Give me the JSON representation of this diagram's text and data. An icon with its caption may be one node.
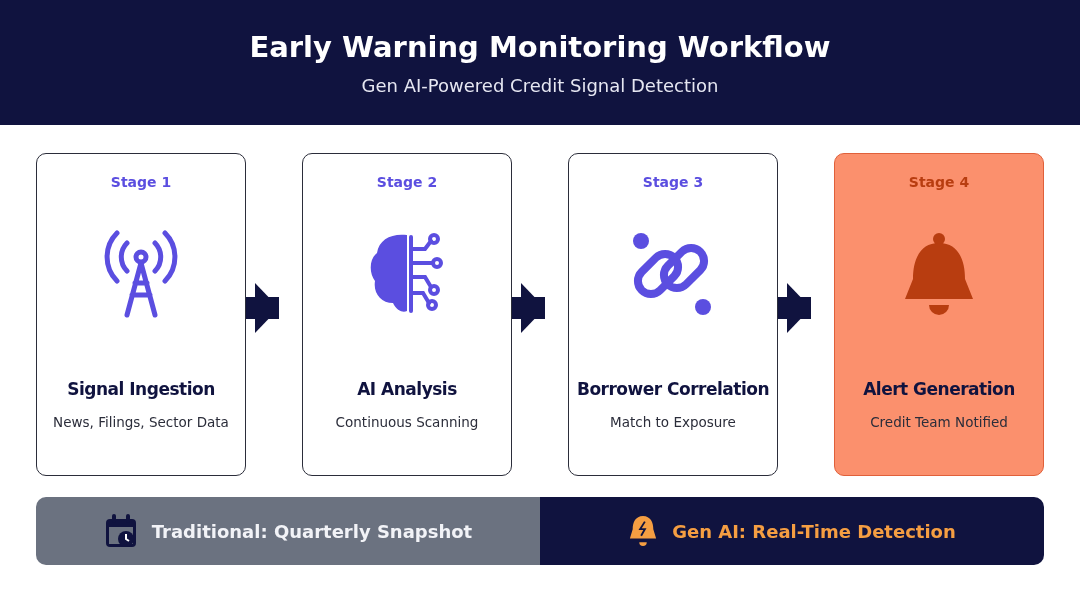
{
  "diagram": {
    "title": "Early Warning Monitoring Workflow",
    "nodes": [
      {
        "text": [
          "Stage 1",
          "Signal Ingestion",
          "News, Filings, Sector Data"
        ]
      },
      {
        "text": [
          "Stage 2",
          "AI Analysis",
          "Continuous Scanning"
        ]
      },
      {
        "text": [
          "Stage 3",
          "Borrower Correlation",
          "Match to Exposure"
        ]
      },
      {
        "text": [
          "Stage 4",
          "Alert Generation",
          "Credit Team Notified"
        ]
      },
      {
        "text": [
          "Traditional: Quarterly Snapshot"
        ]
      },
      {
        "text": [
          "Gen AI: Real-Time Detection"
        ]
      }
    ],
    "edges": [
      {
        "from": 0,
        "to": 1,
        "arrow": "to"
      },
      {
        "from": 1,
        "to": 2,
        "arrow": "to"
      },
      {
        "from": 2,
        "to": 3,
        "arrow": "to"
      }
    ],
    "labels": [
      "Gen AI-Powered Credit Signal Detection"
    ]
  }
}
